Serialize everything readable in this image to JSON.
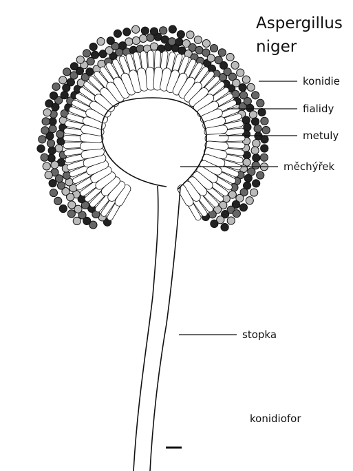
{
  "title": {
    "line1": "Aspergillus",
    "line2": "niger"
  },
  "labels": {
    "conidia": "konidie",
    "phialides": "fialidy",
    "metulae": "metuly",
    "vesicle": "měchýřek",
    "stalk": "stopka",
    "conidiophore": "konidiofor"
  }
}
